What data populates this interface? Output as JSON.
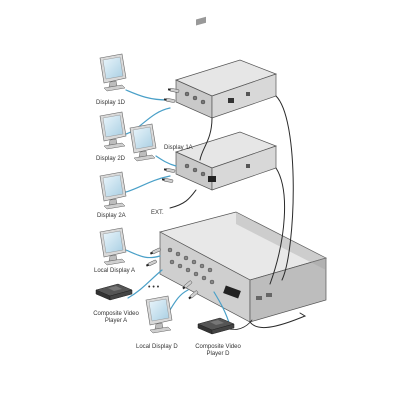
{
  "labels": {
    "display_1d": "Display 1D",
    "display_2d": "Display 2D",
    "display_1a": "Display 1A",
    "display_2a": "Display 2A",
    "local_display_a": "Local Display A",
    "local_display_d": "Local Display D",
    "player_a": "Composite Video Player A",
    "player_d": "Composite Video Player D",
    "ext": "EXT.",
    "dots": "• • •"
  },
  "colors": {
    "device_top": "#e6e6e6",
    "device_side": "#c9c9c9",
    "cable_blue": "#4aa0c8",
    "cable_dark": "#2a2a2a",
    "monitor_screen": "#cfe6f2"
  }
}
